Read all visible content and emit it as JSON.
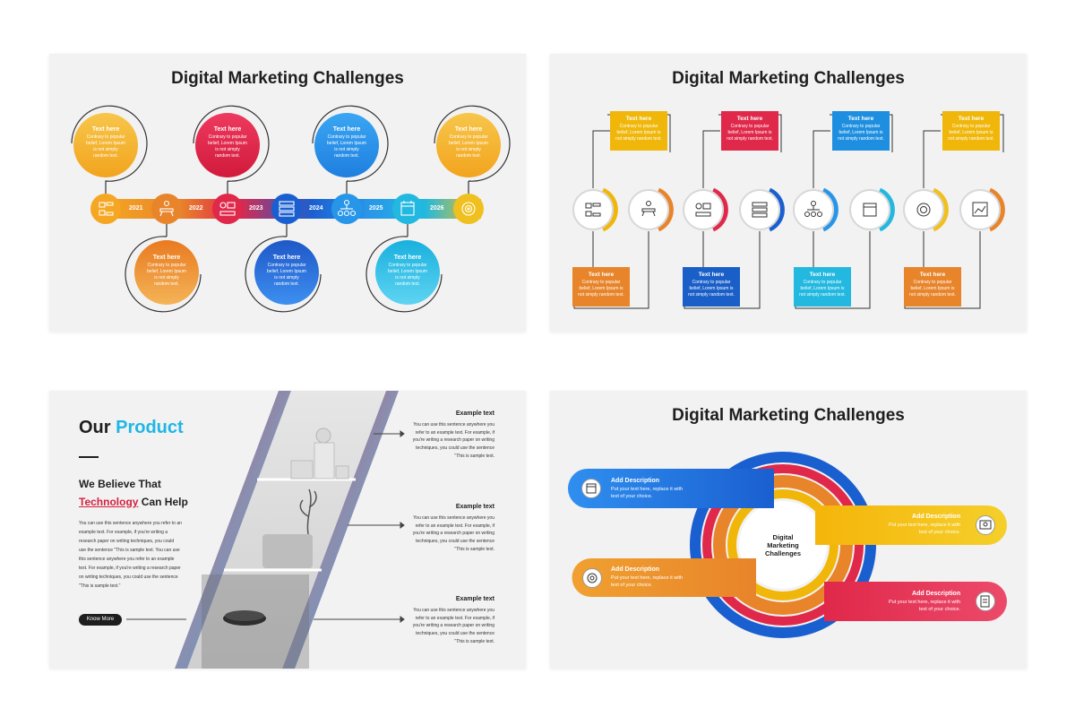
{
  "slides": {
    "timeline": {
      "title": "Digital Marketing Challenges",
      "years": [
        "2021",
        "2022",
        "2023",
        "2024",
        "2025",
        "2026"
      ],
      "top_cards": [
        {
          "heading": "Text here",
          "body": [
            "Contrary to popular",
            "belief, Lorem Ipsum",
            "is not simply",
            "random text."
          ]
        },
        {
          "heading": "Text here",
          "body": [
            "Contrary to popular",
            "belief, Lorem Ipsum",
            "is not simply",
            "random text."
          ]
        },
        {
          "heading": "Text here",
          "body": [
            "Contrary to popular",
            "belief, Lorem Ipsum",
            "is not simply",
            "random text."
          ]
        },
        {
          "heading": "Text here",
          "body": [
            "Contrary to popular",
            "belief, Lorem Ipsum",
            "is not simply",
            "random text."
          ]
        }
      ],
      "bottom_cards": [
        {
          "heading": "Text here",
          "body": [
            "Contrary to popular",
            "belief, Lorem Ipsum",
            "is not simply",
            "random text."
          ]
        },
        {
          "heading": "Text here",
          "body": [
            "Contrary to popular",
            "belief, Lorem Ipsum",
            "is not simply",
            "random text."
          ]
        },
        {
          "heading": "Text here",
          "body": [
            "Contrary to popular",
            "belief, Lorem Ipsum",
            "is not simply",
            "random text."
          ]
        }
      ],
      "colors": [
        "#f5a623",
        "#e8842a",
        "#e0284a",
        "#1a6fd6",
        "#2896e8",
        "#22b8e0",
        "#f0c020"
      ],
      "node_icons": [
        "workflow-icon",
        "meeting-icon",
        "process-icon",
        "server-icon",
        "hierarchy-icon",
        "calendar-icon",
        "target-gear-icon"
      ]
    },
    "boxes": {
      "title": "Digital Marketing Challenges",
      "top_boxes": [
        {
          "heading": "Text here",
          "body": [
            "Contrary to popular",
            "belief, Lorem Ipsum is",
            "not simply random text."
          ],
          "color": "#f0b70a"
        },
        {
          "heading": "Text here",
          "body": [
            "Contrary to popular",
            "belief, Lorem Ipsum is",
            "not simply random text."
          ],
          "color": "#e0284a"
        },
        {
          "heading": "Text here",
          "body": [
            "Contrary to popular",
            "belief, Lorem Ipsum is",
            "not simply random text."
          ],
          "color": "#1e8fe0"
        },
        {
          "heading": "Text here",
          "body": [
            "Contrary to popular",
            "belief, Lorem Ipsum is",
            "not simply random text."
          ],
          "color": "#f0b70a"
        }
      ],
      "bottom_boxes": [
        {
          "heading": "Text here",
          "body": [
            "Contrary to popular",
            "belief, Lorem Ipsum is",
            "not simply random text."
          ],
          "color": "#e8842a"
        },
        {
          "heading": "Text here",
          "body": [
            "Contrary to popular",
            "belief, Lorem Ipsum is",
            "not simply random text."
          ],
          "color": "#1a5fc8"
        },
        {
          "heading": "Text here",
          "body": [
            "Contrary to popular",
            "belief, Lorem Ipsum is",
            "not simply random text."
          ],
          "color": "#22b8e0"
        },
        {
          "heading": "Text here",
          "body": [
            "Contrary to popular",
            "belief, Lorem Ipsum is",
            "not simply random text."
          ],
          "color": "#e8842a"
        }
      ],
      "node_icons": [
        "workflow-icon",
        "meeting-icon",
        "process-icon",
        "server-icon",
        "hierarchy-icon",
        "calendar-icon",
        "target-gear-icon",
        "report-icon"
      ]
    },
    "product": {
      "title_part1": "Our",
      "title_part2": "Product",
      "subtitle_line1": "We Believe That",
      "subtitle_highlight": "Technology",
      "subtitle_rest": "Can Help",
      "paragraph": [
        "You can use this sentence anywhere you refer to an",
        "example text. For example, if you're writing a",
        "research paper on writing techniques, you could",
        "use the sentence \"This is sample text. You can use",
        "this sentence anywhere you refer to an example",
        "text. For example, if you're writing a research paper",
        "on writing techniques, you could use the sentence",
        "\"This is sample text.\""
      ],
      "button_label": "Know More",
      "items": [
        {
          "heading": "Example text",
          "body": [
            "You can use this sentence anywhere you",
            "refer to an example text. For example, if",
            "you're writing a research paper on writing",
            "techniques, you could use the sentence",
            "\"This is sample text."
          ]
        },
        {
          "heading": "Example text",
          "body": [
            "You can use this sentence anywhere you",
            "refer to an example text. For example, if",
            "you're writing a research paper on writing",
            "techniques, you could use the sentence",
            "\"This is sample text."
          ]
        },
        {
          "heading": "Example text",
          "body": [
            "You can use this sentence anywhere you",
            "refer to an example text. For example, if",
            "you're writing a research paper on writing",
            "techniques, you could use the sentence",
            "\"This is sample text."
          ]
        }
      ]
    },
    "circles": {
      "title": "Digital Marketing Challenges",
      "center_text": [
        "Digital",
        "Marketing",
        "Challenges"
      ],
      "descriptions": [
        {
          "heading": "Add Description",
          "body": [
            "Put your text here, replace it with",
            "text of your choice."
          ],
          "color": "#1a6fd6",
          "icon": "calendar-grid-icon"
        },
        {
          "heading": "Add Description",
          "body": [
            "Put your text here, replace it with",
            "text of your choice."
          ],
          "color": "#f0c020",
          "icon": "user-settings-icon"
        },
        {
          "heading": "Add Description",
          "body": [
            "Put your text here, replace it with",
            "text of your choice."
          ],
          "color": "#e8842a",
          "icon": "gear-network-icon"
        },
        {
          "heading": "Add Description",
          "body": [
            "Put your text here, replace it with",
            "text of your choice."
          ],
          "color": "#e0284a",
          "icon": "document-edit-icon"
        }
      ],
      "ring_colors": [
        "#1a5fd0",
        "#e0284a",
        "#e8842a",
        "#f0b70a"
      ]
    }
  }
}
